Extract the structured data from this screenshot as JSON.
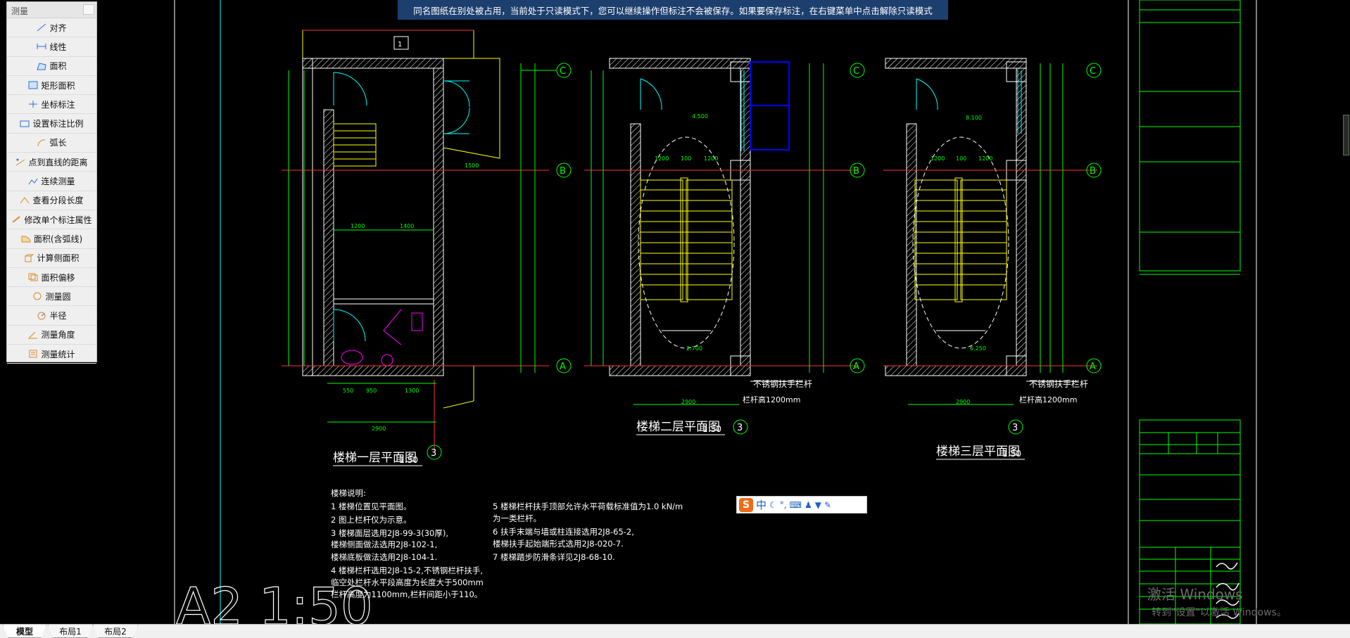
{
  "banner": {
    "text": "同名图纸在别处被占用，当前处于只读模式下，您可以继续操作但标注不会被保存。如果要保存标注，在右键菜单中点击解除只读模式"
  },
  "measure_panel": {
    "title": "测量",
    "items": [
      {
        "label": "对齐",
        "icon": "align-measure-icon"
      },
      {
        "label": "线性",
        "icon": "linear-measure-icon"
      },
      {
        "label": "面积",
        "icon": "area-icon"
      },
      {
        "label": "矩形面积",
        "icon": "rect-area-icon"
      },
      {
        "label": "坐标标注",
        "icon": "coordinate-icon"
      },
      {
        "label": "设置标注比例",
        "icon": "scale-icon"
      },
      {
        "label": "弧长",
        "icon": "arc-icon"
      },
      {
        "label": "点到直线的距离",
        "icon": "point-line-icon"
      },
      {
        "label": "连续测量",
        "icon": "continuous-icon"
      },
      {
        "label": "查看分段长度",
        "icon": "segment-icon"
      },
      {
        "label": "修改单个标注属性",
        "icon": "edit-icon"
      },
      {
        "label": "面积(含弧线)",
        "icon": "arc-area-icon"
      },
      {
        "label": "计算侧面积",
        "icon": "side-area-icon"
      },
      {
        "label": "面积偏移",
        "icon": "offset-icon"
      },
      {
        "label": "测量圆",
        "icon": "circle-icon"
      },
      {
        "label": "半径",
        "icon": "radius-icon"
      },
      {
        "label": "测量角度",
        "icon": "angle-icon"
      },
      {
        "label": "测量统计",
        "icon": "stats-icon"
      }
    ]
  },
  "drawing": {
    "plan1_title": "楼梯一层平面图",
    "plan2_title": "楼梯二层平面图",
    "plan3_title": "楼梯三层平面图",
    "scale": "1:50",
    "grid_c": "C",
    "grid_b": "B",
    "grid_a": "A",
    "grid_3": "3",
    "grid_1": "1",
    "railing_note": "不锈钢扶手栏杆",
    "railing_height": "栏杆高1200mm",
    "stamp": "A2  1:50",
    "notes_title": "楼梯说明:",
    "notes_left": [
      "1   楼梯位置见平面图。",
      "2   图上栏杆仅为示意。",
      "3   楼梯面层选用2J8-99-3(30厚),",
      "     楼梯侧面做法选用2J8-102-1,",
      "     楼梯底板做法选用2J8-104-1.",
      "4   楼梯栏杆选用2J8-15-2,不锈钢栏杆扶手,",
      "     临空处栏杆水平段高度为长度大于500mm",
      "     栏杆高度为1100mm,栏杆间距小于110。"
    ],
    "notes_right": [
      "5   楼梯栏杆扶手顶部允许水平荷载标准值为1.0 kN/m",
      "     为一类栏杆。",
      "6   扶手末端与墙或柱连接选用2J8-65-2,",
      "     楼梯扶手起始端形式选用2J8-020-7.",
      "7   楼梯踏步防滑条详见2J8-68-10."
    ]
  },
  "ime": {
    "logo": "S",
    "mode": "中"
  },
  "watermark": {
    "line1": "激活 Windows",
    "line2": "转到\"设置\"以激活 Windows。"
  },
  "tabs": [
    {
      "label": "模型",
      "active": true
    },
    {
      "label": "布局1",
      "active": false
    },
    {
      "label": "布局2",
      "active": false
    }
  ],
  "colors": {
    "background": "#000000",
    "wall": "#ffffff",
    "dim": "#00ff00",
    "stair": "#ffff00",
    "door": "#00ffff",
    "fixture": "#ff00ff",
    "banner": "#1d3f6e"
  }
}
